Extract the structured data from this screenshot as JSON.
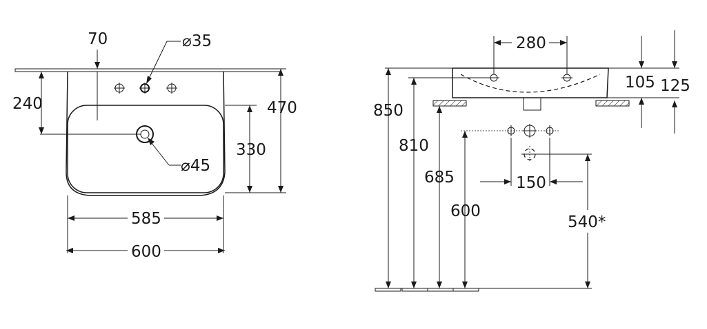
{
  "top_view": {
    "dim_hole_offset": "70",
    "dim_tap_hole": "⌀35",
    "dim_depth_to_drain": "240",
    "dim_drain": "⌀45",
    "dim_total_depth": "470",
    "dim_bowl_depth": "330",
    "dim_bowl_width": "585",
    "dim_total_width": "600"
  },
  "side_view": {
    "dim_fixing_spacing": "280",
    "dim_bowl_height": "105",
    "dim_total_height": "125",
    "dim_height_850": "850",
    "dim_height_810": "810",
    "dim_height_685": "685",
    "dim_height_600": "600",
    "dim_supply_spacing": "150",
    "dim_waste_height": "540*"
  }
}
